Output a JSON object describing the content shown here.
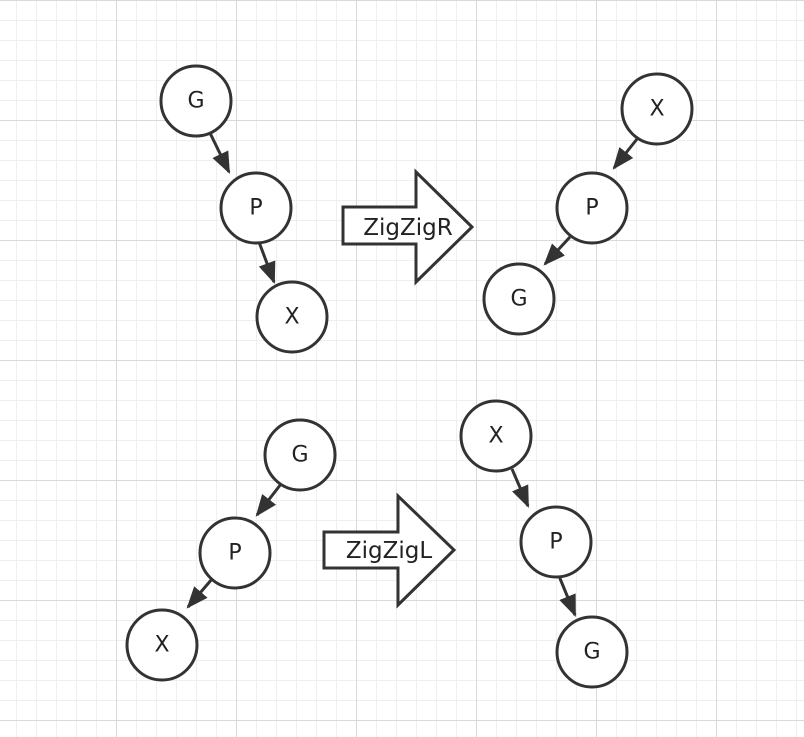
{
  "diagrams": {
    "zigzig_r": {
      "arrow_label": "ZigZigR",
      "before": {
        "g": "G",
        "p": "P",
        "x": "X"
      },
      "after": {
        "x": "X",
        "p": "P",
        "g": "G"
      }
    },
    "zigzig_l": {
      "arrow_label": "ZigZigL",
      "before": {
        "g": "G",
        "p": "P",
        "x": "X"
      },
      "after": {
        "x": "X",
        "p": "P",
        "g": "G"
      }
    }
  },
  "colors": {
    "stroke": "#333333",
    "fill": "#ffffff",
    "grid": "#d9d9d9"
  }
}
